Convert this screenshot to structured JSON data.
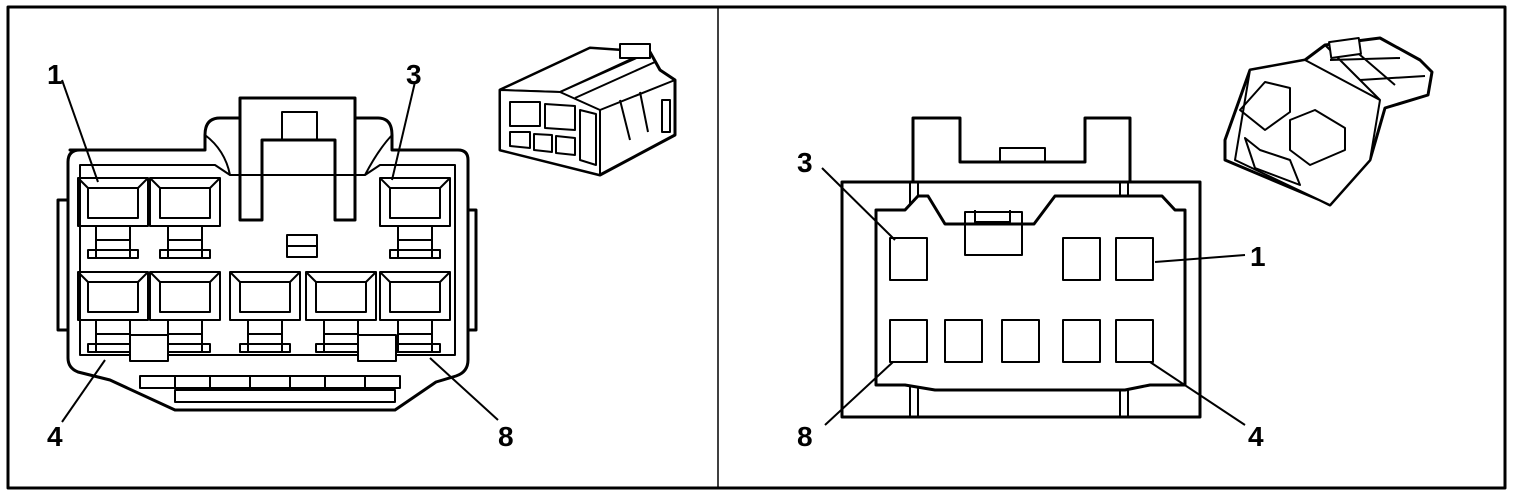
{
  "colors": {
    "line": "#000000",
    "background": "#ffffff"
  },
  "left_view": {
    "labels": {
      "top_left": "1",
      "top_right": "3",
      "bottom_left": "4",
      "bottom_right": "8"
    },
    "cavities": {
      "top_row": 3,
      "bottom_row": 5
    }
  },
  "right_view": {
    "labels": {
      "top_left": "3",
      "right_top": "1",
      "bottom_left": "8",
      "bottom_right": "4"
    },
    "cavities": {
      "top_row": 3,
      "bottom_row": 5
    }
  }
}
